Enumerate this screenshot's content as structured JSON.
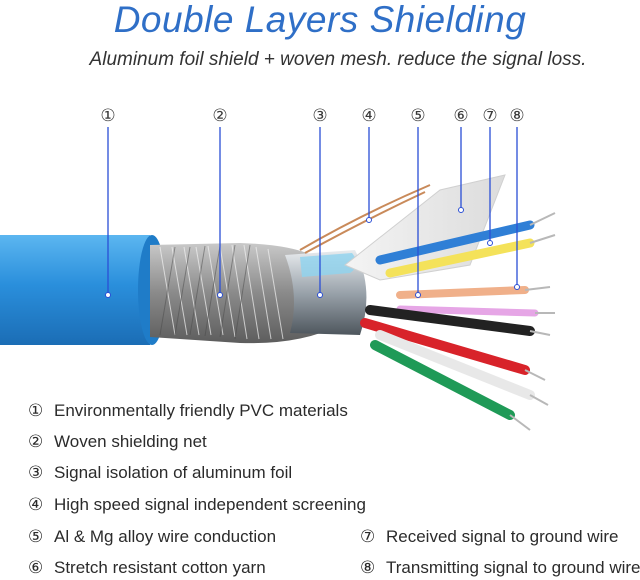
{
  "title": "Double Layers Shielding",
  "subtitle": "Aluminum foil shield + woven mesh. reduce the signal loss.",
  "callouts": [
    "①",
    "②",
    "③",
    "④",
    "⑤",
    "⑥",
    "⑦",
    "⑧"
  ],
  "legend": [
    {
      "num": "①",
      "text": "Environmentally friendly PVC materials"
    },
    {
      "num": "②",
      "text": "Woven shielding net"
    },
    {
      "num": "③",
      "text": "Signal isolation of aluminum foil"
    },
    {
      "num": "④",
      "text": "High speed signal independent screening"
    },
    {
      "num": "⑤",
      "text": "Al & Mg alloy wire conduction"
    },
    {
      "num": "⑥",
      "text": "Stretch resistant cotton yarn"
    },
    {
      "num": "⑦",
      "text": "Received signal to ground wire"
    },
    {
      "num": "⑧",
      "text": "Transmitting signal to ground wire"
    }
  ],
  "colors": {
    "title": "#2f6fc7",
    "jacket": "#2a8fdc",
    "callout_line": "#2a4fd6"
  }
}
